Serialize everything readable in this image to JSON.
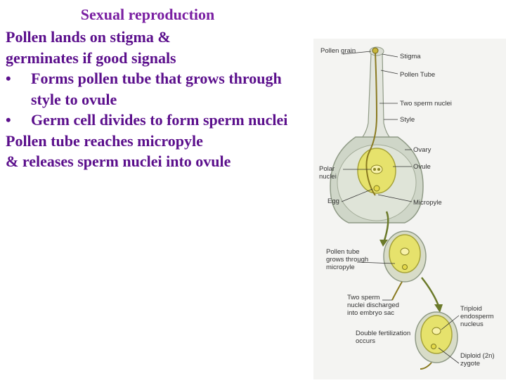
{
  "slide": {
    "title": "Sexual reproduction",
    "line1a": "Pollen lands on stigma &",
    "line1b": "germinates if good signals",
    "bullets": [
      {
        "marker": "•",
        "text": "Forms pollen tube that grows through style to ovule"
      },
      {
        "marker": "•",
        "text": "Germ cell divides to form sperm nuclei"
      }
    ],
    "line2a": "Pollen tube reaches micropyle",
    "line2b": "& releases sperm nuclei into ovule"
  },
  "figure": {
    "labels": {
      "pollen_grain": "Pollen grain",
      "stigma": "Stigma",
      "pollen_tube": "Pollen Tube",
      "two_sperm_nuclei": "Two sperm nuclei",
      "style": "Style",
      "ovary": "Ovary",
      "ovule": "Ovule",
      "polar_nuclei_1": "Polar",
      "polar_nuclei_2": "nuclei",
      "egg": "Egg",
      "micropyle": "Micropyle",
      "grows_1": "Pollen tube",
      "grows_2": "grows through",
      "grows_3": "micropyle",
      "discharged_1": "Two sperm",
      "discharged_2": "nuclei discharged",
      "discharged_3": "into embryo sac",
      "double_1": "Double fertilization",
      "double_2": "occurs",
      "triploid_1": "Triploid",
      "triploid_2": "endosperm",
      "triploid_3": "nucleus",
      "diploid_1": "Diploid (2n)",
      "diploid_2": "zygote"
    },
    "colors": {
      "ovary": "#cfd6c8",
      "ovary_dark": "#8f9a86",
      "ovule": "#e6e26c",
      "ovule_dark": "#a6a33a",
      "tube": "#8a7a20",
      "arrow": "#6b7a2a"
    }
  }
}
